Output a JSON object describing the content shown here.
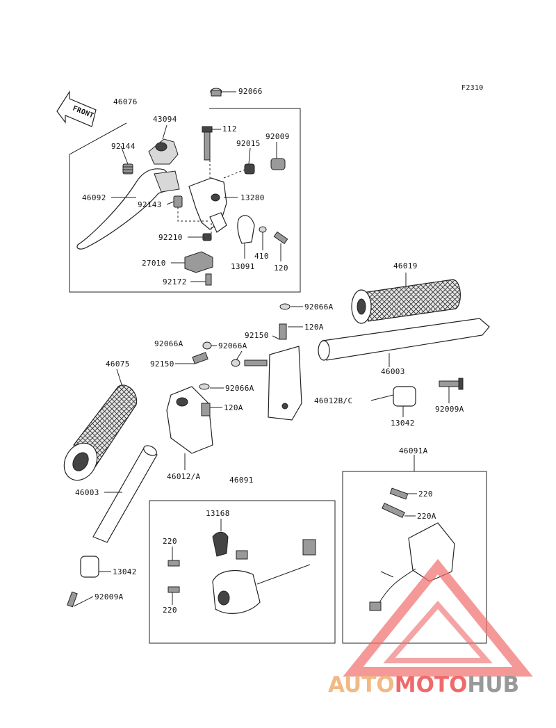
{
  "diagram": {
    "figure_code": "F2310",
    "front_label": "FRONT",
    "part_labels": {
      "p92066_top": "92066",
      "p46076": "46076",
      "p43094": "43094",
      "p112": "112",
      "p92015": "92015",
      "p92009": "92009",
      "p92144": "92144",
      "p46092": "46092",
      "p92143": "92143",
      "p13280": "13280",
      "p92210": "92210",
      "p13091": "13091",
      "p410": "410",
      "p120_top": "120",
      "p27010": "27010",
      "p92172": "92172",
      "p46019": "46019",
      "p92066A_r": "92066A",
      "p120A_r": "120A",
      "p92150_r": "92150",
      "p92066A_l1": "92066A",
      "p92066A_l2": "92066A",
      "p92150_l": "92150",
      "p46075": "46075",
      "p92066A_l3": "92066A",
      "p120A_l": "120A",
      "p46003_r": "46003",
      "p46012BC": "46012B/C",
      "p13042_r": "13042",
      "p92009A_r": "92009A",
      "p46012A": "46012/A",
      "p46091": "46091",
      "p46091A": "46091A",
      "p46003_l": "46003",
      "p13168": "13168",
      "p220_a": "220",
      "p220_b": "220",
      "p220_c": "220",
      "p220A": "220A",
      "p13042_l": "13042",
      "p92009A_l": "92009A"
    }
  },
  "watermark": {
    "brand": "AUTOMOTOHUB",
    "colors": {
      "auto": "#f0b27a",
      "moto": "#ef5a5a",
      "hub": "#8f8f8f",
      "triangle": "#f07070"
    }
  }
}
